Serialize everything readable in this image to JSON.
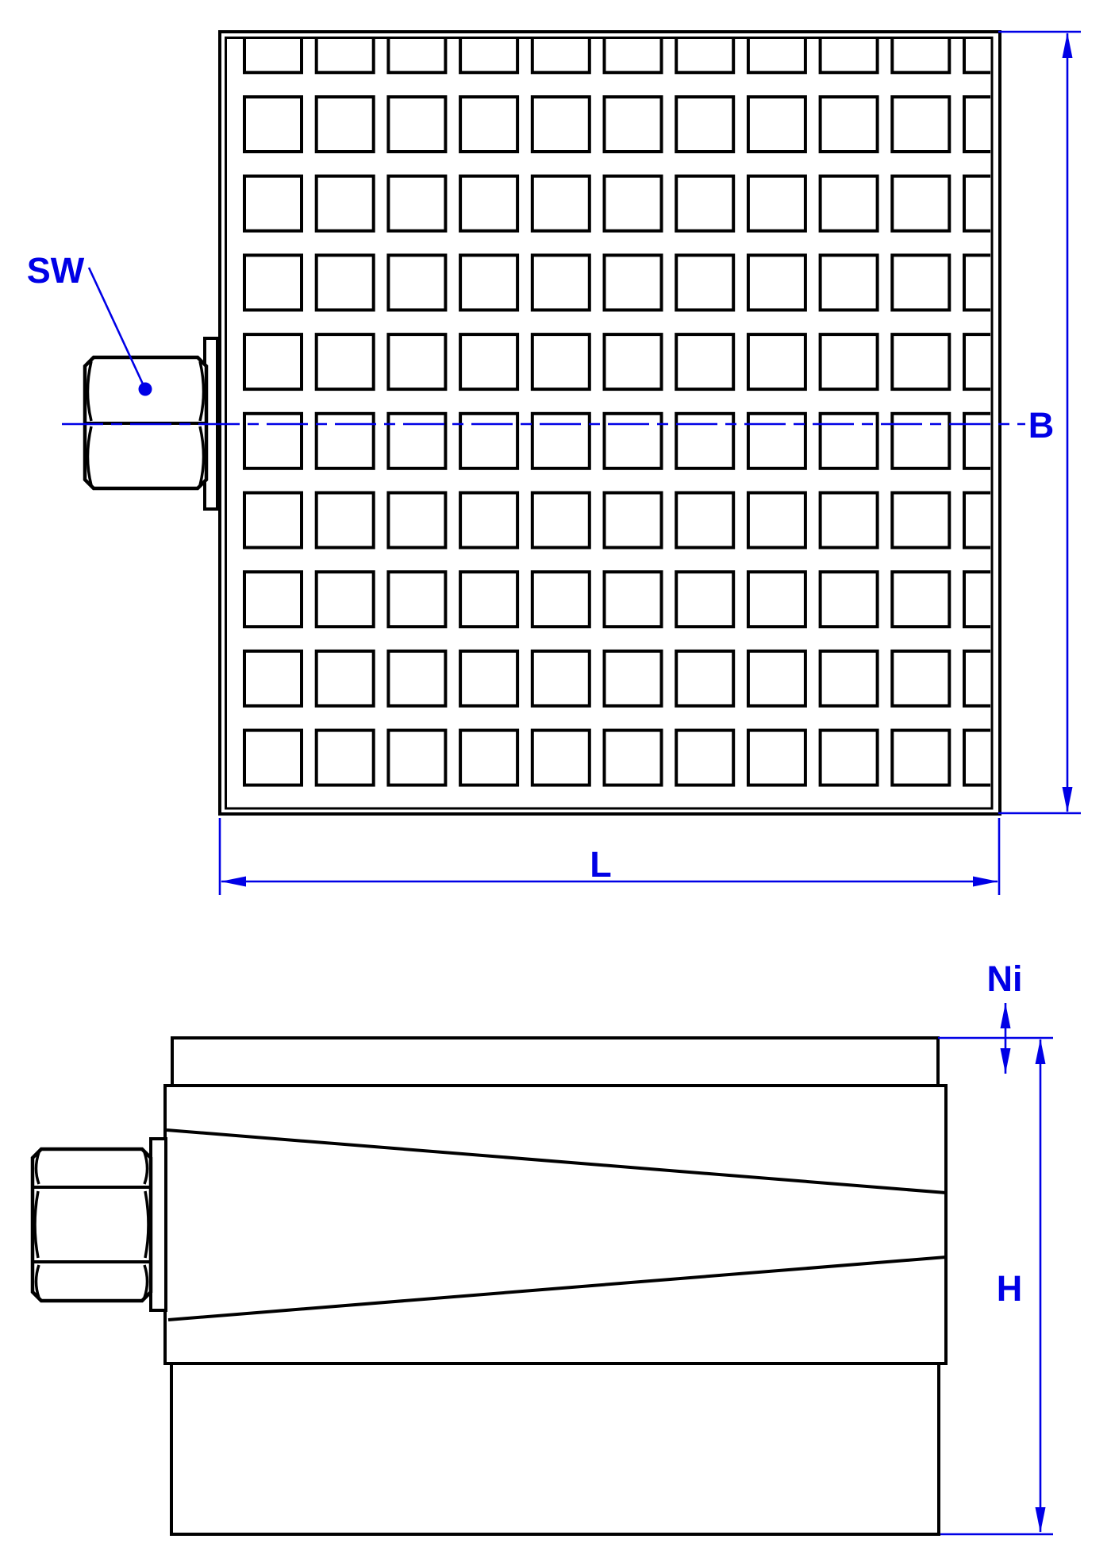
{
  "drawing": {
    "labels": {
      "wrench_size": "SW",
      "plate_width": "B",
      "plate_length": "L",
      "pad_height": "Ni",
      "total_height": "H"
    },
    "colors": {
      "dimension": "#0000e6",
      "outline": "#000000",
      "background": "#ffffff"
    }
  }
}
